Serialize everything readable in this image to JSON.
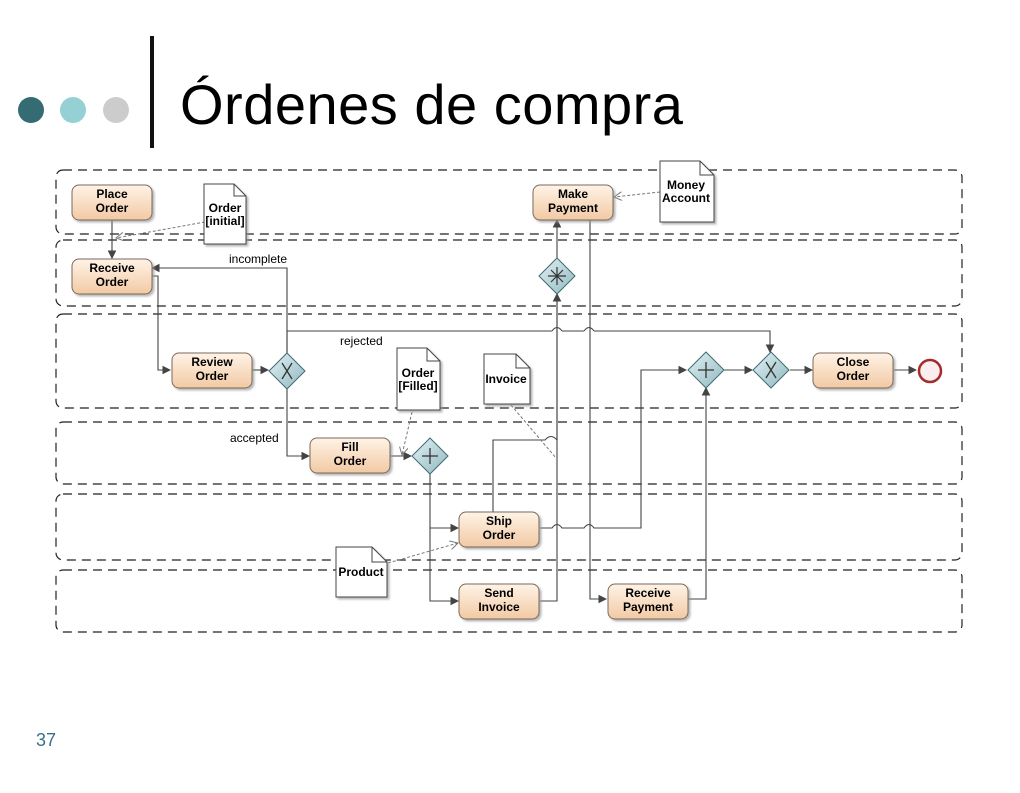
{
  "slide": {
    "title": "Órdenes de compra",
    "page_number": "37",
    "bullet_colors": [
      "#356b73",
      "#95d1d4",
      "#cccccc"
    ]
  },
  "diagram": {
    "tasks": {
      "place_order": [
        "Place",
        "Order"
      ],
      "receive_order": [
        "Receive",
        "Order"
      ],
      "review_order": [
        "Review",
        "Order"
      ],
      "fill_order": [
        "Fill",
        "Order"
      ],
      "ship_order": [
        "Ship",
        "Order"
      ],
      "send_invoice": [
        "Send",
        "Invoice"
      ],
      "make_payment": [
        "Make",
        "Payment"
      ],
      "receive_payment": [
        "Receive",
        "Payment"
      ],
      "close_order": [
        "Close",
        "Order"
      ]
    },
    "documents": {
      "order_initial": [
        "Order",
        "[initial]"
      ],
      "money_account": [
        "Money",
        "Account"
      ],
      "order_filled": [
        "Order",
        "[Filled]"
      ],
      "invoice": [
        "Invoice"
      ],
      "product": [
        "Product"
      ]
    },
    "labels": {
      "incomplete": "incomplete",
      "rejected": "rejected",
      "accepted": "accepted"
    },
    "colors": {
      "task_fill": "#f7dcc4",
      "gateway_fill": "#b9d6dc",
      "end_event_stroke": "#a52a2a"
    }
  }
}
